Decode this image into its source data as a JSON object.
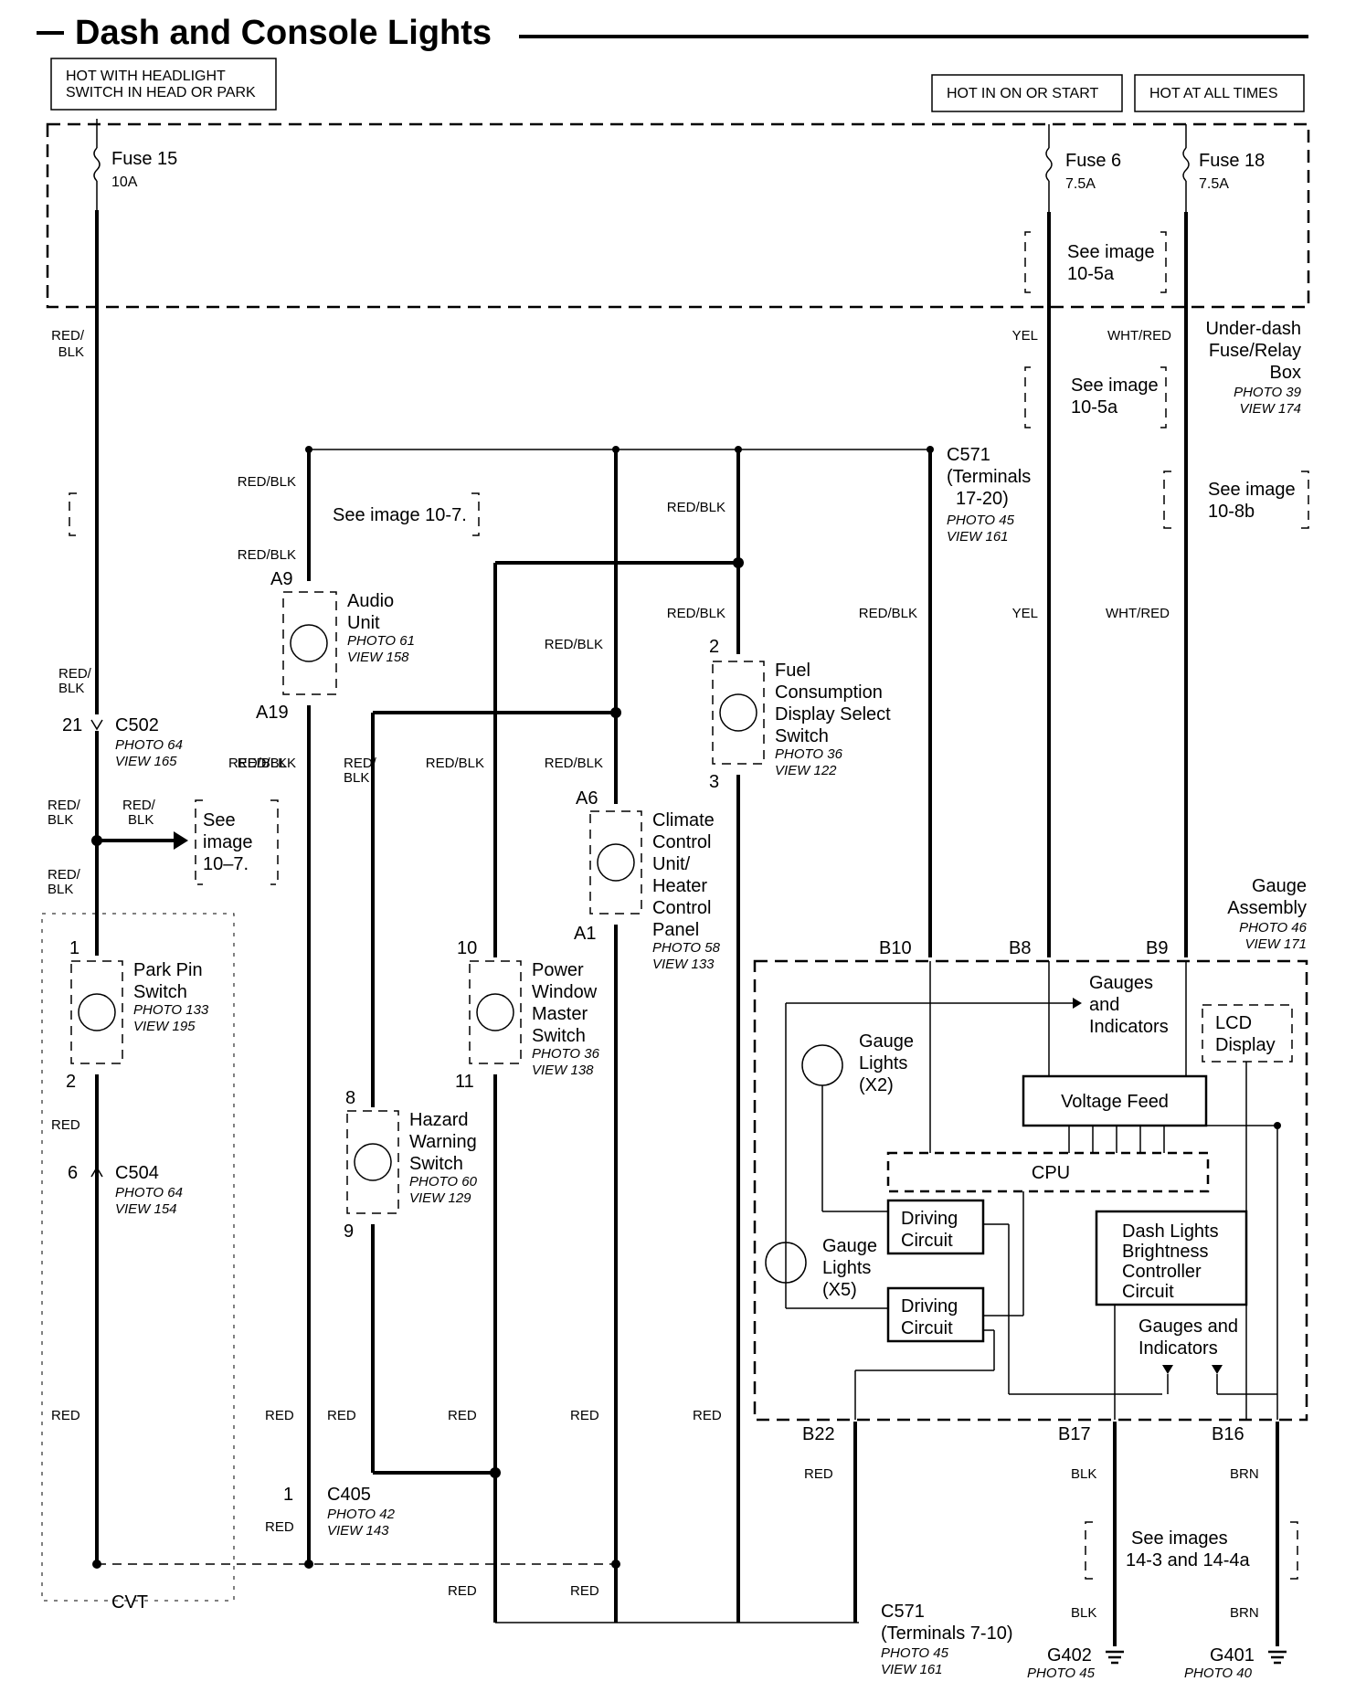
{
  "title": "Dash and Console Lights",
  "headers": {
    "headlight_line1": "HOT WITH HEADLIGHT",
    "headlight_line2": "SWITCH IN HEAD OR PARK",
    "on_start": "HOT IN ON OR START",
    "all_times": "HOT AT ALL TIMES"
  },
  "fuses": {
    "f15_name": "Fuse 15",
    "f15_amp": "10A",
    "f6_name": "Fuse 6",
    "f6_amp": "7.5A",
    "f18_name": "Fuse 18",
    "f18_amp": "7.5A"
  },
  "fusebox": {
    "l1": "Under-dash",
    "l2": "Fuse/Relay",
    "l3": "Box",
    "photo": "PHOTO 39",
    "view": "VIEW 174"
  },
  "refs": {
    "r105a_l1": "See image",
    "r105a_l2": "10-5a",
    "r107_inline": "See image 10-7.",
    "r108b_l1": "See image",
    "r108b_l2": "10-8b",
    "r107b_l1": "See",
    "r107b_l2": "image",
    "r107b_l3": "10–7.",
    "r14_l1": "See images",
    "r14_l2": "14-3 and 14-4a"
  },
  "wires": {
    "redblk": "RED/BLK",
    "red_slash": "RED/",
    "blk": "BLK",
    "red": "RED",
    "yel": "YEL",
    "whtred": "WHT/RED",
    "brn": "BRN"
  },
  "connectors": {
    "c571_top": "C571",
    "c571_top_t": "(Terminals",
    "c571_top_t2": "17-20)",
    "c571_top_photo": "PHOTO 45",
    "c571_top_view": "VIEW 161",
    "c502": "C502",
    "c502_pin": "21",
    "c502_photo": "PHOTO 64",
    "c502_view": "VIEW 165",
    "c504": "C504",
    "c504_pin": "6",
    "c504_photo": "PHOTO 64",
    "c504_view": "VIEW 154",
    "c405": "C405",
    "c405_pin": "1",
    "c405_photo": "PHOTO 42",
    "c405_view": "VIEW 143",
    "c571_bot": "C571",
    "c571_bot_t": "(Terminals 7-10)",
    "c571_bot_photo": "PHOTO 45",
    "c571_bot_view": "VIEW 161",
    "g402": "G402",
    "g402_photo": "PHOTO 45",
    "g401": "G401",
    "g401_photo": "PHOTO 40"
  },
  "pins": {
    "a9": "A9",
    "a19": "A19",
    "a6": "A6",
    "a1": "A1",
    "p2": "2",
    "p3": "3",
    "p1": "1",
    "p10": "10",
    "p11": "11",
    "p8": "8",
    "p9": "9",
    "b10": "B10",
    "b8": "B8",
    "b9": "B9",
    "b22": "B22",
    "b17": "B17",
    "b16": "B16"
  },
  "components": {
    "audio": {
      "l1": "Audio",
      "l2": "Unit",
      "photo": "PHOTO 61",
      "view": "VIEW 158"
    },
    "fuel": {
      "l1": "Fuel",
      "l2": "Consumption",
      "l3": "Display Select",
      "l4": "Switch",
      "photo": "PHOTO 36",
      "view": "VIEW 122"
    },
    "climate": {
      "l1": "Climate",
      "l2": "Control",
      "l3": "Unit/",
      "l4": "Heater",
      "l5": "Control",
      "l6": "Panel",
      "photo": "PHOTO 58",
      "view": "VIEW 133"
    },
    "park": {
      "l1": "Park Pin",
      "l2": "Switch",
      "photo": "PHOTO 133",
      "view": "VIEW 195"
    },
    "power": {
      "l1": "Power",
      "l2": "Window",
      "l3": "Master",
      "l4": "Switch",
      "photo": "PHOTO 36",
      "view": "VIEW 138"
    },
    "hazard": {
      "l1": "Hazard",
      "l2": "Warning",
      "l3": "Switch",
      "photo": "PHOTO 60",
      "view": "VIEW 129"
    },
    "gauge": {
      "l1": "Gauge",
      "l2": "Assembly",
      "photo": "PHOTO 46",
      "view": "VIEW 171"
    }
  },
  "gauge_internal": {
    "gi_l1": "Gauges",
    "gi_l2": "and",
    "gi_l3": "Indicators",
    "lcd_l1": "LCD",
    "lcd_l2": "Display",
    "lights2_l1": "Gauge",
    "lights2_l2": "Lights",
    "lights2_l3": "(X2)",
    "voltage": "Voltage Feed",
    "cpu": "CPU",
    "drive_l1": "Driving",
    "drive_l2": "Circuit",
    "lights5_l1": "Gauge",
    "lights5_l2": "Lights",
    "lights5_l3": "(X5)",
    "dash_l1": "Dash Lights",
    "dash_l2": "Brightness",
    "dash_l3": "Controller",
    "dash_l4": "Circuit",
    "gi2_l1": "Gauges and",
    "gi2_l2": "Indicators"
  },
  "cvt": "CVT"
}
